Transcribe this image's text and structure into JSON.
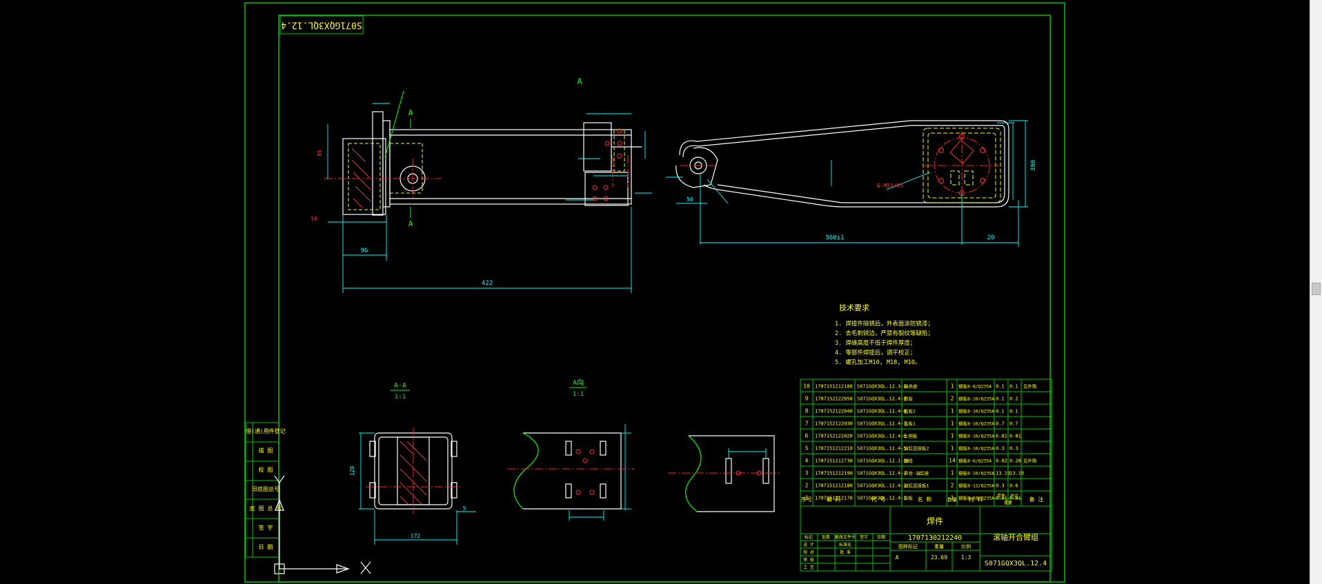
{
  "drawing": {
    "rotated_code": "S071GQX3QL.12.4",
    "view_label_top": "A",
    "section_marks": {
      "top": "A",
      "bottom": "A"
    },
    "dims_left": {
      "d1": "422",
      "d2": "96",
      "d3": "85",
      "d4": "16"
    },
    "dims_right": {
      "d1": "560±1",
      "d2": "20",
      "d3": "300",
      "d4": "50",
      "d5": "6-M10/05"
    },
    "tech_title": "技术要求",
    "tech_notes": [
      "1. 焊接件除锈后，外表面涂防锈漆；",
      "2. 去毛刺锐边，严禁有裂纹等缺陷；",
      "3. 焊缝高度不低于焊件厚度；",
      "4. 零部件焊接后，调平校正；",
      "5. 螺孔加工M10, M18, M10。"
    ],
    "section_aa": {
      "title": "A-A",
      "scale": "1:1",
      "w": "172",
      "h": "120",
      "t": "5"
    },
    "view_a": {
      "title": "A向",
      "scale": "1:1"
    },
    "side_stamps": [
      "借(通)用件登记",
      "描 图",
      "校 图",
      "旧底图总号",
      "底 图 总 号",
      "签 字",
      "日 期"
    ]
  },
  "bom": {
    "rows": [
      {
        "no": "10",
        "num": "1707151212180",
        "code": "S071GQX3QL.12.3-2",
        "name": "轴承座",
        "qty": "1",
        "mat": "钢板8-8/Q235A",
        "w1": "0.1",
        "w2": "0.1",
        "note": "见外购"
      },
      {
        "no": "9",
        "num": "1707152122050",
        "code": "S071GQX3QL.12.4-9",
        "name": "筋板",
        "qty": "2",
        "mat": "钢板8-10/Q235A",
        "w1": "0.1",
        "w2": "0.2",
        "note": ""
      },
      {
        "no": "8",
        "num": "1707152122040",
        "code": "S071GQX3QL.12.4-8",
        "name": "盖板2",
        "qty": "1",
        "mat": "钢板8-10/Q235A",
        "w1": "0.1",
        "w2": "0.1",
        "note": ""
      },
      {
        "no": "7",
        "num": "1707152122030",
        "code": "S071GQX3QL.12.4-7",
        "name": "盖板1",
        "qty": "1",
        "mat": "钢板8-10/Q235A",
        "w1": "0.7",
        "w2": "0.7",
        "note": ""
      },
      {
        "no": "6",
        "num": "1707152122020",
        "code": "S071GQX3QL.12.4-6",
        "name": "上侧板",
        "qty": "1",
        "mat": "钢板8-16/Q235A",
        "w1": "6.81",
        "w2": "6.81",
        "note": ""
      },
      {
        "no": "5",
        "num": "1707151212210",
        "code": "S071GQX3QL.12.4-5",
        "name": "油缸连接板2",
        "qty": "1",
        "mat": "钢板8-10/Q235A",
        "w1": "0.3",
        "w2": "0.3",
        "note": ""
      },
      {
        "no": "4",
        "num": "1707151212730",
        "code": "S071GQX3QL.12.1-15",
        "name": "螺母",
        "qty": "14",
        "mat": "钢板8-6/Q235A",
        "w1": "0.02",
        "w2": "0.28",
        "note": "见外购"
      },
      {
        "no": "3",
        "num": "1707151212190",
        "code": "S071GQX3QL.12.4-3",
        "name": "开合-油缸座",
        "qty": "1",
        "mat": "钢板8-10/Q235A",
        "w1": "13.19",
        "w2": "13.19",
        "note": ""
      },
      {
        "no": "2",
        "num": "1707151212180",
        "code": "S071GQX3QL.12.4-2",
        "name": "油缸连接板1",
        "qty": "2",
        "mat": "钢板8-12/Q235A",
        "w1": "0.3",
        "w2": "0.6",
        "note": ""
      },
      {
        "no": "1",
        "num": "1707151212170",
        "code": "S071GQX3QL.12.4-1",
        "name": "垫板",
        "qty": "1",
        "mat": "钢板8-10/Q235A",
        "w1": "0.81",
        "w2": "0.81",
        "note": ""
      }
    ],
    "header": {
      "no": "序号",
      "num": "编 码",
      "code": "代 号",
      "name": "名 称",
      "qty": "数量",
      "mat": "材 料",
      "w1": "单件",
      "w2": "总计",
      "wt": "重量",
      "note": "备 注"
    }
  },
  "title_block": {
    "part_type": "焊件",
    "part_code": "1707130212240",
    "part_name": "滚轴开合臂组",
    "drawing_no": "S071GQX3QL.12.4",
    "stage": "A",
    "weight": "23.69",
    "scale": "1:3",
    "row_labels": [
      "设 计",
      "校 对",
      "审 核",
      "工 艺"
    ],
    "mid_labels": [
      "标准化",
      "批 准"
    ],
    "rev_headers": [
      "标记",
      "处数",
      "更改文件号",
      "签字",
      "日期"
    ],
    "info_headers": [
      "图样标记",
      "重量",
      "比例"
    ]
  },
  "colors": {
    "frame": "#00c800",
    "line": "#ffffff",
    "dim": "#00ffff",
    "red": "#ff2020",
    "yellow": "#ffff00",
    "text": "#ffff00"
  }
}
